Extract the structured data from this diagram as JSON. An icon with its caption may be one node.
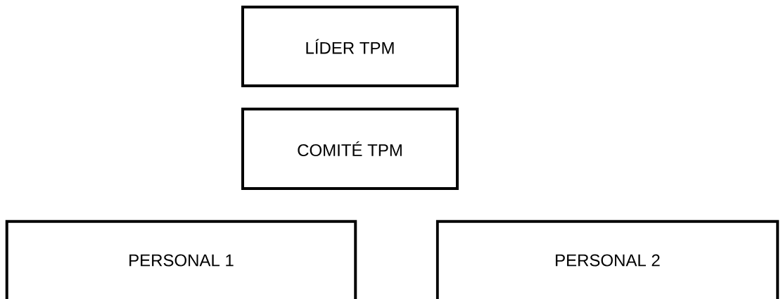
{
  "diagram": {
    "nodes": [
      {
        "text": [
          "LÍDER TPM"
        ]
      },
      {
        "text": [
          "COMITÉ TPM"
        ]
      },
      {
        "text": [
          "PERSONAL 1"
        ]
      },
      {
        "text": [
          "PERSONAL 2"
        ]
      }
    ]
  }
}
